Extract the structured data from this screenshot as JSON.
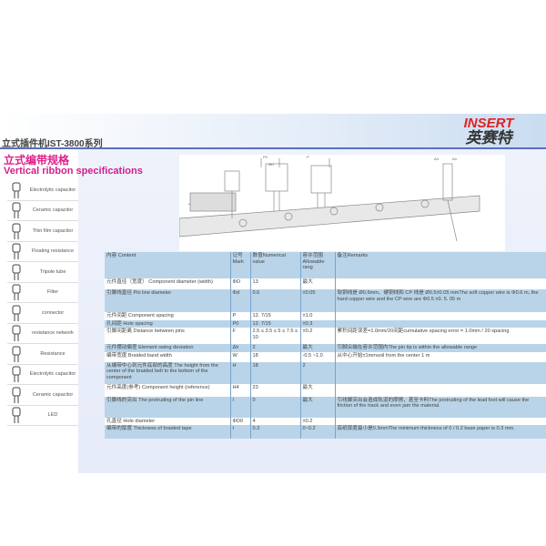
{
  "header": {
    "series": "立式插件机IST-3800系列",
    "logo_en": "INSERT",
    "logo_cn": "英赛特"
  },
  "title": {
    "cn": "立式编带规格",
    "en": "Vertical ribbon specifications"
  },
  "components": [
    {
      "label": "Electrolytic capacitor",
      "icon": "electrolytic-capacitor-icon"
    },
    {
      "label": "Ceramic capacitor",
      "icon": "ceramic-capacitor-icon"
    },
    {
      "label": "Thin film capacitor",
      "icon": "film-capacitor-icon"
    },
    {
      "label": "Floating resistance",
      "icon": "resistance-icon"
    },
    {
      "label": "Tripole tube",
      "icon": "transistor-icon"
    },
    {
      "label": "Filter",
      "icon": "filter-icon"
    },
    {
      "label": "connector",
      "icon": "connector-icon"
    },
    {
      "label": "resistance network",
      "icon": "resistor-network-icon"
    },
    {
      "label": "Resistance",
      "icon": "resistor-icon"
    },
    {
      "label": "Electrolytic capacitor",
      "icon": "electrolytic-capacitor-icon"
    },
    {
      "label": "Ceramic capacitor",
      "icon": "ceramic-capacitor-icon"
    },
    {
      "label": "LED",
      "icon": "led-icon"
    }
  ],
  "drawing": {
    "labels": [
      "P0",
      "ØD",
      "P",
      "Δh",
      "Δh"
    ]
  },
  "table": {
    "headers": [
      "内容 Content",
      "记号 Mark",
      "数值Numerical value",
      "容许范围 Allowable rang",
      "备注Remarks"
    ],
    "rows": [
      [
        "元件直径（宽度） Component diameter (width)",
        "ΦD",
        "13",
        "最大",
        ""
      ],
      [
        "引脚线直径 Pin line diameter",
        "Φd",
        "0.6",
        "±0.05",
        "软铜线是 Ø0.6mm、硬铜线和 CP 线是 Ø0.5±0.05 mmThe soft copper wire is Φ0.6 m, the hard copper wire and the CP wire are Φ0.5 ±0. 5. 05 m"
      ],
      [
        "元件间距 Component spacing",
        "P",
        "12. 7/15",
        "±1.0",
        ""
      ],
      [
        "孔间距 Hole spacing",
        "P0",
        "12. 7/15",
        "±0.3",
        ""
      ],
      [
        "引脚间距离 Distance between pins",
        "F",
        "2.5 ≤ 3.5 ≤ 5 ≤ 7.5 ≤ 10",
        "±0.2",
        "累积间距误差=1.0mm/20间距cumulative spacing error = 1.0mm / 20 spacing"
      ],
      [
        "元件摆动偏差 Element swing deviation",
        "Δh",
        "2",
        "最大",
        "引脚尖端在容许范围内The pin tip is within the allowable range"
      ],
      [
        "编带宽度 Braided band width",
        "W",
        "18",
        "-0.5 ~1.0",
        "从中心开始±1mmsoil from the center 1 m"
      ],
      [
        "从编带中心到元件底部的高度 The height from the center of the braided belt to the bottom of the component",
        "H",
        "18",
        "2",
        ""
      ],
      [
        "元件高度(参考) Component height (reference)",
        "H4",
        "23",
        "最大",
        ""
      ],
      [
        "引脚线的突出 The protruding of the pin line",
        "l",
        "0",
        "最大",
        "引线脚突出会造成轨道的摩擦，甚至卡料The protruding of the lead foot will cause the friction of the track and even jam the material."
      ],
      [
        "孔直径 Hole diameter",
        "ΦD0",
        "4",
        "±0.2",
        ""
      ],
      [
        "编带的厚度 Thickness of braided tape",
        "t",
        "0.3",
        "0~0.2",
        "底纸厚度最小是0.3mmThe minimum thickness of 0 / 0.2 base paper is 0.3 mm."
      ]
    ]
  },
  "colors": {
    "accent": "#e0208a",
    "logo_red": "#e02020",
    "row_blue": "#b9d4e8",
    "rule": "#5a6fc0"
  }
}
